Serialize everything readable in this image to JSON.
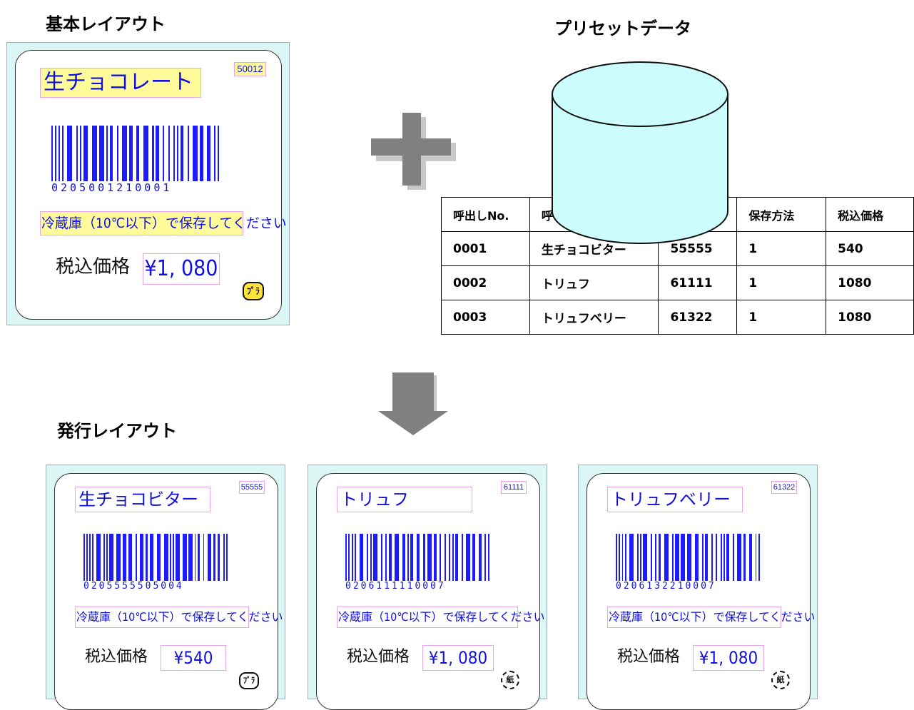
{
  "headings": {
    "basic_layout": "基本レイアウト",
    "preset_data": "プリセットデータ",
    "issue_layout": "発行レイアウト"
  },
  "table": {
    "headers": [
      "呼出しNo.",
      "呼",
      "",
      "保存方法",
      "税込価格"
    ],
    "rows": [
      [
        "0001",
        "生チョコビター",
        "55555",
        "1",
        "540"
      ],
      [
        "0002",
        "トリュフ",
        "61111",
        "1",
        "1080"
      ],
      [
        "0003",
        "トリュフベリー",
        "61322",
        "1",
        "1080"
      ]
    ]
  },
  "labels": {
    "base": {
      "name": "生チョコレート",
      "code": "50012",
      "barcode": "0205001210001",
      "storage": "冷蔵庫（10℃以下）で保存してください",
      "tax_label": "税込価格",
      "price": "¥1, 080",
      "mark": "ﾌﾟﾗ"
    },
    "out1": {
      "name": "生チョコビター",
      "code": "55555",
      "barcode": "0205555505004",
      "storage": "冷蔵庫（10℃以下）で保存してください",
      "tax_label": "税込価格",
      "price": "¥540",
      "mark": "ﾌﾟﾗ"
    },
    "out2": {
      "name": "トリュフ",
      "code": "61111",
      "barcode": "0206111110007",
      "storage": "冷蔵庫（10℃以下）で保存してください",
      "tax_label": "税込価格",
      "price": "¥1, 080",
      "mark": "紙"
    },
    "out3": {
      "name": "トリュフベリー",
      "code": "61322",
      "barcode": "0206132210007",
      "storage": "冷蔵庫（10℃以下）で保存してください",
      "tax_label": "税込価格",
      "price": "¥1, 080",
      "mark": "紙"
    }
  },
  "colors": {
    "label_bg": "#dcf6f6",
    "highlight": "#fffa9a",
    "ink_blue": "#1010e0",
    "cylinder": "#ccfcfc",
    "connector_gray": "#808080"
  }
}
